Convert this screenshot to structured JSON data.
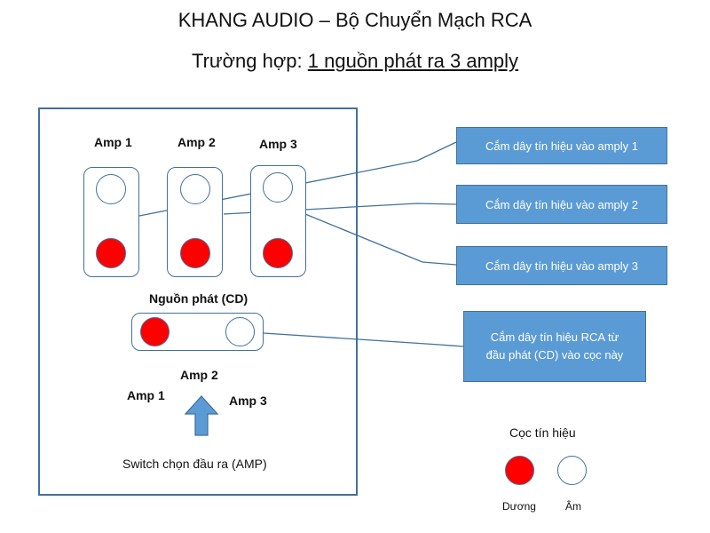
{
  "title": "KHANG AUDIO – Bộ Chuyển Mạch RCA",
  "subtitle": {
    "prefix": "Trường hợp: ",
    "main": "1 nguồn phát ra 3 amply"
  },
  "amps": [
    {
      "label": "Amp 1"
    },
    {
      "label": "Amp 2"
    },
    {
      "label": "Amp 3"
    }
  ],
  "source_label": "Nguồn phát (CD)",
  "switch": {
    "pos_amp1": "Amp 1",
    "pos_amp2": "Amp 2",
    "pos_amp3": "Amp 3",
    "caption": "Switch chọn đầu ra (AMP)"
  },
  "callouts": {
    "amp1": "Cắm dây tín hiệu vào amply 1",
    "amp2": "Cắm dây tín hiệu vào amply 2",
    "amp3": "Cắm dây tín hiệu vào amply 3",
    "source": "Cắm dây tín hiệu RCA từ đầu phát (CD) vào cọc này"
  },
  "legend": {
    "title": "Cọc tín hiệu",
    "positive": "Dương",
    "negative": "Âm"
  },
  "colors": {
    "accent_blue": "#5b9bd5",
    "border_blue": "#41719c",
    "positive_red": "#ff0000"
  }
}
